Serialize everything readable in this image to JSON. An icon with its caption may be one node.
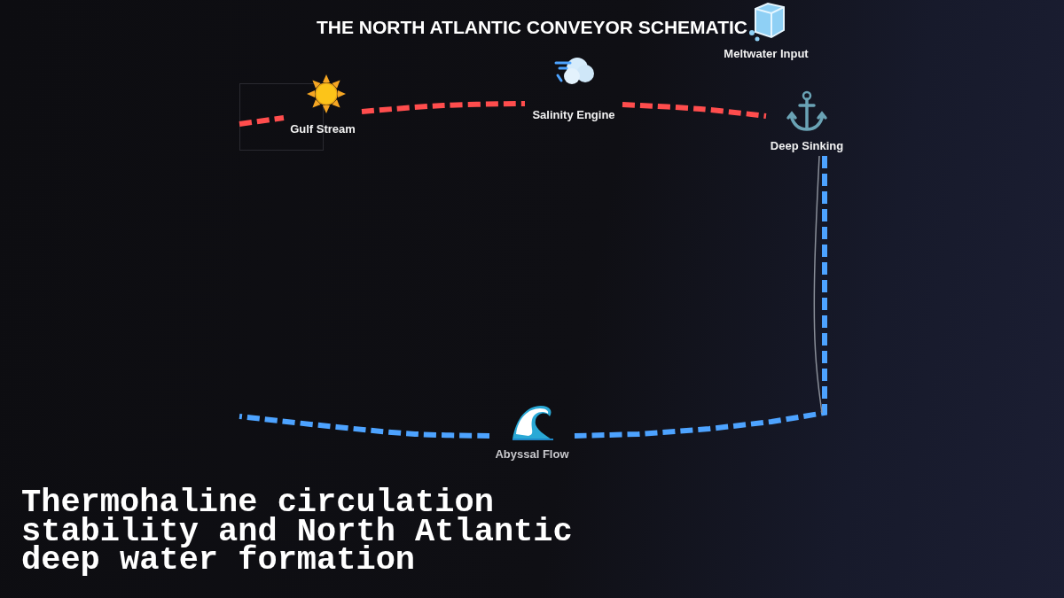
{
  "diagram": {
    "title": "THE NORTH ATLANTIC CONVEYOR SCHEMATIC",
    "caption": "Thermohaline circulation stability and North Atlantic deep water formation",
    "nodes": [
      {
        "text": [
          "Gulf Stream"
        ]
      },
      {
        "text": [
          "Salinity Engine"
        ]
      },
      {
        "text": [
          "Meltwater Input"
        ]
      },
      {
        "text": [
          "Deep Sinking"
        ]
      },
      {
        "text": [
          "Abyssal Flow"
        ]
      }
    ],
    "edges": [
      {
        "from": null,
        "to": 0,
        "arrow": "none",
        "style": "dashed",
        "color": "#ff4d4d"
      },
      {
        "from": 0,
        "to": 1,
        "arrow": "none",
        "style": "dashed",
        "color": "#ff4d4d"
      },
      {
        "from": 1,
        "to": 3,
        "arrow": "none",
        "style": "dashed",
        "color": "#ff4d4d"
      },
      {
        "from": 3,
        "to": 4,
        "arrow": "none",
        "style": "dashed",
        "color": "#4da3ff"
      },
      {
        "from": 4,
        "to": null,
        "arrow": "none",
        "style": "dashed",
        "color": "#4da3ff"
      },
      {
        "from": 3,
        "to": null,
        "arrow": "none",
        "color": "#8a8f99"
      }
    ]
  }
}
